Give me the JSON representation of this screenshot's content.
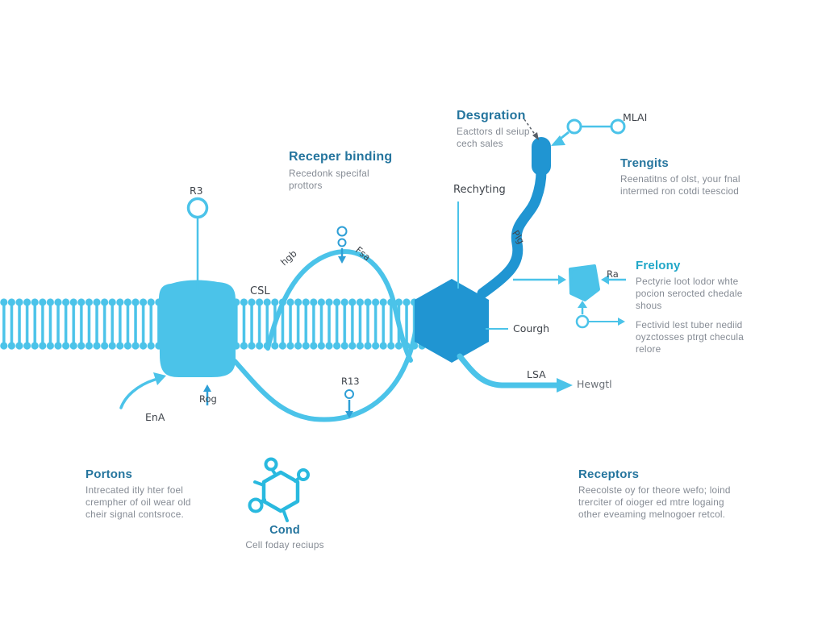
{
  "palette": {
    "light_blue": "#4bc3e9",
    "dark_blue": "#2095d2",
    "arrow_blue": "#2e9fd6",
    "title_blue": "#25759e",
    "cyan_title": "#21a7c8",
    "body_gray": "#858b94",
    "label_dark": "#3f444b"
  },
  "blocks": {
    "receper_binding": {
      "title": "Receper binding",
      "lines": [
        "Recedonk specifal",
        "prottors"
      ]
    },
    "desgration": {
      "title": "Desgration",
      "lines": [
        "Eacttors dl seiup",
        "cech sales"
      ]
    },
    "trengits": {
      "title": "Trengits",
      "lines": [
        "Reenatitns of olst, your fnal",
        "intermed ron cotdi teesciod"
      ]
    },
    "frelony": {
      "title": "Frelony",
      "lines": [
        "Pectyrie loot lodor whte",
        "pocion serocted chedale",
        "shous"
      ],
      "lines2": [
        "Fectivid lest tuber nediid",
        "oyzctosses ptrgt checula",
        "relore"
      ]
    },
    "portons": {
      "title": "Portons",
      "lines": [
        "Intrecated itly hter foel",
        "crempher of oil wear old",
        "cheir signal contsroce."
      ]
    },
    "cond": {
      "title": "Cond",
      "lines": [
        "Cell foday reciups"
      ]
    },
    "receptors": {
      "title": "Receptors",
      "lines": [
        "Reecolste oy for theore wefo; loind",
        "trerciter of oioger ed mtre logaing",
        "other eveaming melnogoer retcol."
      ]
    }
  },
  "labels": {
    "r3": "R3",
    "mlai": "MLAI",
    "rechyting": "Rechyting",
    "plg": "Plg",
    "csl": "CSL",
    "hgb": "hgb",
    "fsa": "Fsa",
    "courgh": "Courgh",
    "ra": "Ra",
    "lsa": "LSA",
    "hewgtl": "Hewgtl",
    "r13": "R13",
    "ena": "EnA",
    "rog": "Rog"
  }
}
